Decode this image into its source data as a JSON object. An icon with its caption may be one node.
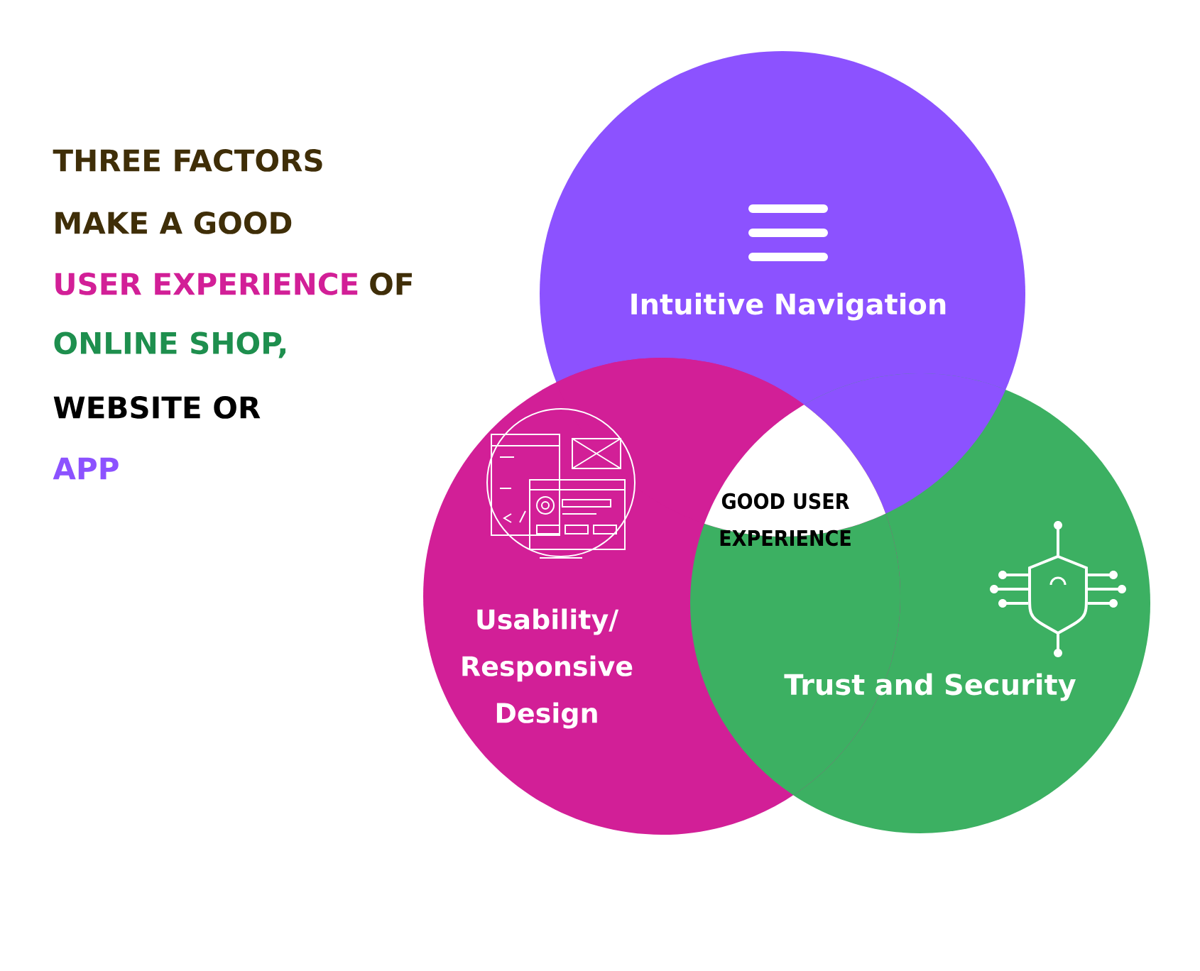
{
  "diagram": {
    "nodes": [
      {
        "text": [
          "Intuitive Navigation"
        ]
      },
      {
        "text": [
          "Usability/ Responsive Design"
        ]
      },
      {
        "text": [
          "Trust and Security"
        ]
      },
      {
        "text": [
          "GOOD USER EXPERIENCE"
        ]
      }
    ],
    "labels": [
      "THREE FACTORS",
      "MAKE A GOOD",
      "USER EXPERIENCE",
      "OF",
      "ONLINE SHOP,",
      "WEBSITE OR",
      "APP"
    ]
  }
}
